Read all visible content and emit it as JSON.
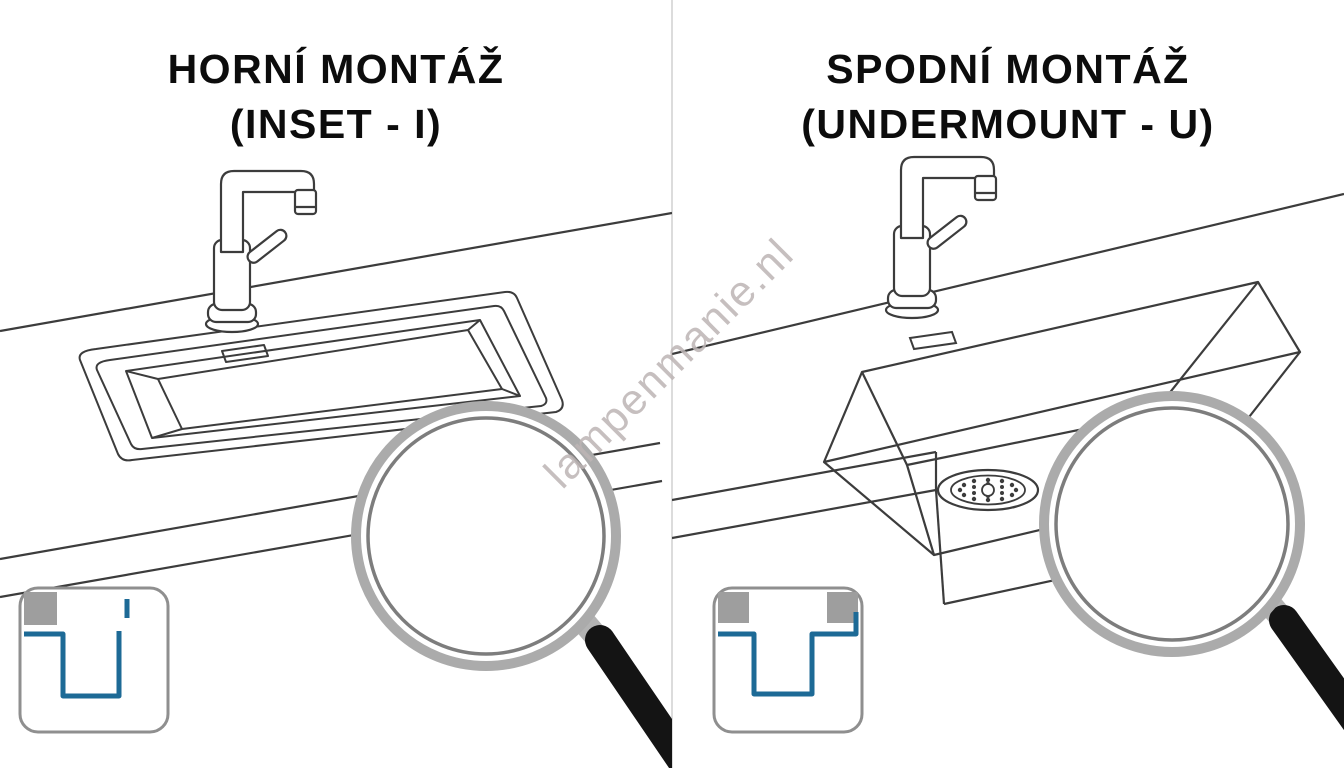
{
  "watermark": {
    "text": "lampenmanie.nl"
  },
  "panels": {
    "left": {
      "title_line1": "HORNÍ MONTÁŽ",
      "title_line2": "(INSET - I)"
    },
    "right": {
      "title_line1": "SPODNÍ MONTÁŽ",
      "title_line2": "(UNDERMOUNT - U)"
    }
  },
  "icons": {
    "left_detail": "inset-cross-section-icon",
    "right_detail": "undermount-cross-section-icon",
    "left_magnifier": "magnifier-icon",
    "right_magnifier": "magnifier-icon"
  },
  "colors": {
    "background": "#ffffff",
    "line": "#3c3c3c",
    "accent_blue": "#1d6a96",
    "counter_gray": "#9e9e9e",
    "watermark_gray": "#bdb5b5",
    "magnifier_rim": "#a9a9a9",
    "handle_black": "#141414"
  }
}
